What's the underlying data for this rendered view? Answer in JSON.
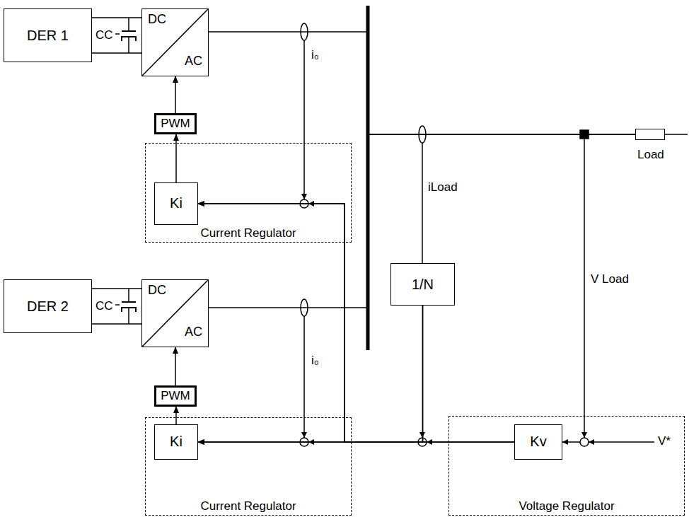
{
  "diagram": {
    "nodes": [
      {
        "text": [
          "DER 1"
        ]
      },
      {
        "text": [
          "DC",
          "AC"
        ]
      },
      {
        "text": [
          "PWM"
        ]
      },
      {
        "text": [
          "Current Regulator"
        ]
      },
      {
        "text": [
          "Ki"
        ],
        "in": 3
      },
      {
        "text": [
          "Load"
        ]
      },
      {
        "text": [
          "1/N"
        ]
      },
      {
        "text": [
          "DER 2"
        ]
      },
      {
        "text": [
          "DC",
          "AC"
        ]
      },
      {
        "text": [
          "PWM"
        ]
      },
      {
        "text": [
          "Current Regulator"
        ]
      },
      {
        "text": [
          "Ki"
        ],
        "in": 10
      },
      {
        "text": [
          "Voltage Regulator"
        ]
      },
      {
        "text": [
          "Kv"
        ],
        "in": 12
      }
    ],
    "edges": [
      {
        "from": 0,
        "to": 1,
        "arrow": "none"
      },
      {
        "from": 2,
        "to": 1,
        "arrow": "to"
      },
      {
        "from": 4,
        "to": 2,
        "arrow": "to"
      },
      {
        "from": 7,
        "to": 8,
        "arrow": "none"
      },
      {
        "from": 9,
        "to": 8,
        "arrow": "to"
      },
      {
        "from": 11,
        "to": 9,
        "arrow": "to"
      },
      {
        "from": 13,
        "to": 11,
        "arrow": "to"
      },
      {
        "from": 13,
        "to": 4,
        "arrow": "to"
      },
      {
        "from": 6,
        "to": 11,
        "arrow": "to"
      },
      {
        "from": 6,
        "to": 4,
        "arrow": "to"
      },
      {
        "from": 1,
        "to": 5,
        "arrow": "none"
      },
      {
        "from": 8,
        "to": 5,
        "arrow": "none"
      }
    ],
    "labels": [
      "CC",
      "i₀",
      "iLoad",
      "V Load",
      "CC",
      "i₀",
      "V*"
    ]
  }
}
